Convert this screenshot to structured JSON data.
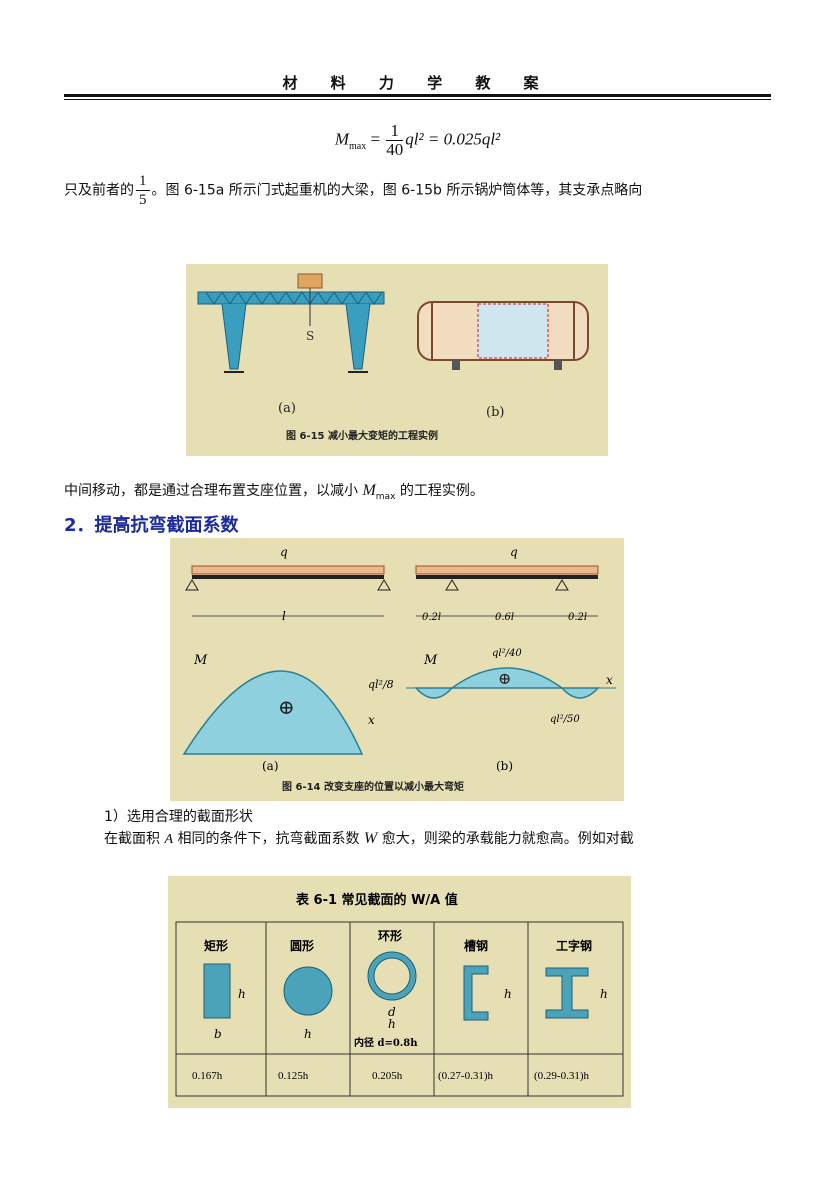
{
  "header": {
    "title": "材 料 力 学 教 案"
  },
  "equation": {
    "lhs": "M",
    "lhs_sub": "max",
    "frac_num": "1",
    "frac_den": "40",
    "rhs": "ql² = 0.025ql²"
  },
  "para1": {
    "before": "只及前者的",
    "frac_num": "1",
    "frac_den": "5",
    "after": "。图 6-15a 所示门式起重机的大梁，图 6-15b 所示锅炉筒体等，其支承点略向"
  },
  "fig615": {
    "label_a": "(a)",
    "label_b": "(b)",
    "caption": "图 6-15   减小最大变矩的工程实例"
  },
  "para2": {
    "before": "中间移动，都是通过合理布置支座位置，以减小 ",
    "sym": "M",
    "sub": "max",
    "after": " 的工程实例。"
  },
  "section2": {
    "title": "2．提高抗弯截面系数"
  },
  "fig614": {
    "load": "q",
    "span_l": "l",
    "dim_02l": "0.2l",
    "dim_06l": "0.6l",
    "axis_M": "M",
    "axis_x": "x",
    "max_a": "ql²/8",
    "max_b": "ql²/40",
    "min_b": "ql²/50",
    "plus": "⊕",
    "label_a": "(a)",
    "label_b": "(b)",
    "caption": "图 6-14   改变支座的位置以减小最大弯矩"
  },
  "sub1": {
    "title": "1）选用合理的截面形状"
  },
  "para3": {
    "before": "在截面积 ",
    "A": "A",
    "mid": " 相同的条件下，抗弯截面系数 ",
    "W": "W",
    "after": " 愈大，则梁的承载能力就愈高。例如对截"
  },
  "table61": {
    "title": "表 6-1   常见截面的 W/A 值",
    "headers": [
      "矩形",
      "圆形",
      "环形",
      "槽钢",
      "工字钢"
    ],
    "dims": [
      "h",
      "b",
      "h",
      "d",
      "h",
      "h",
      "h"
    ],
    "ring_note": "内径 d=0.8h",
    "values": [
      "0.167h",
      "0.125h",
      "0.205h",
      "(0.27-0.31)h",
      "(0.29-0.31)h"
    ]
  },
  "colors": {
    "accent": "#1a2a9a",
    "figure_bg": "#e6dfb3",
    "steel": "#2f8fa6",
    "diagram": "#4aa3b8"
  }
}
